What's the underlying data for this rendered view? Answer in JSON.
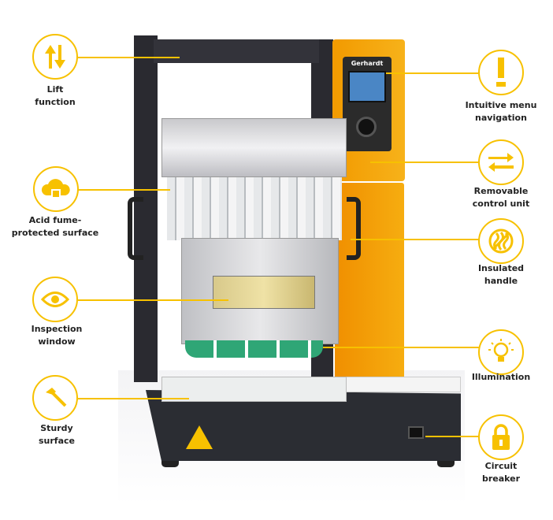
{
  "brand": "Gerhardt",
  "accent": "#f7c100",
  "features_left": [
    {
      "icon": "lift-arrows-icon",
      "label": "Lift\nfunction"
    },
    {
      "icon": "cloud-lock-icon",
      "label": "Acid fume-\nprotected surface"
    },
    {
      "icon": "eye-icon",
      "label": "Inspection\nwindow"
    },
    {
      "icon": "hammer-icon",
      "label": "Sturdy\nsurface"
    }
  ],
  "features_right": [
    {
      "icon": "exclamation-icon",
      "label": "Intuitive menu\nnavigation"
    },
    {
      "icon": "swap-arrows-icon",
      "label": "Removable\ncontrol unit"
    },
    {
      "icon": "heat-insulation-icon",
      "label": "Insulated\nhandle"
    },
    {
      "icon": "light-bulb-icon",
      "label": "Illumination"
    },
    {
      "icon": "padlock-icon",
      "label": "Circuit\nbreaker"
    }
  ]
}
